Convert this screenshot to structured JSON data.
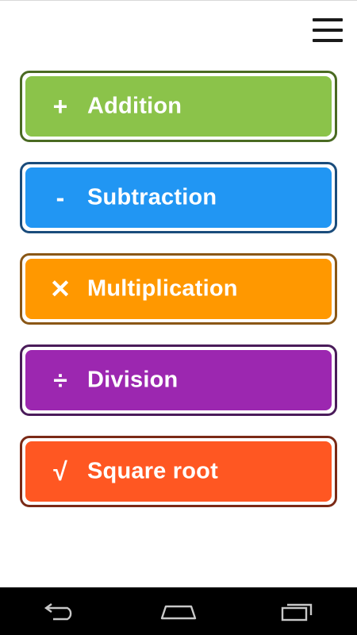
{
  "header": {
    "menu_icon": "hamburger-menu-icon"
  },
  "operations": [
    {
      "id": "addition",
      "symbol": "+",
      "label": "Addition",
      "color": "#8bc34a",
      "border": "#4a6a22"
    },
    {
      "id": "subtraction",
      "symbol": "-",
      "label": "Subtraction",
      "color": "#2196f3",
      "border": "#1a4c7c"
    },
    {
      "id": "multiplication",
      "symbol": "✕",
      "label": "Multiplication",
      "color": "#ff9800",
      "border": "#8a5716"
    },
    {
      "id": "division",
      "symbol": "÷",
      "label": "Division",
      "color": "#9c27b0",
      "border": "#4a1c5a"
    },
    {
      "id": "square-root",
      "symbol": "√",
      "label": "Square root",
      "color": "#ff5722",
      "border": "#7a2a16"
    }
  ],
  "navbar": {
    "back_icon": "back-arrow-icon",
    "home_icon": "home-icon",
    "recents_icon": "recent-apps-icon"
  }
}
